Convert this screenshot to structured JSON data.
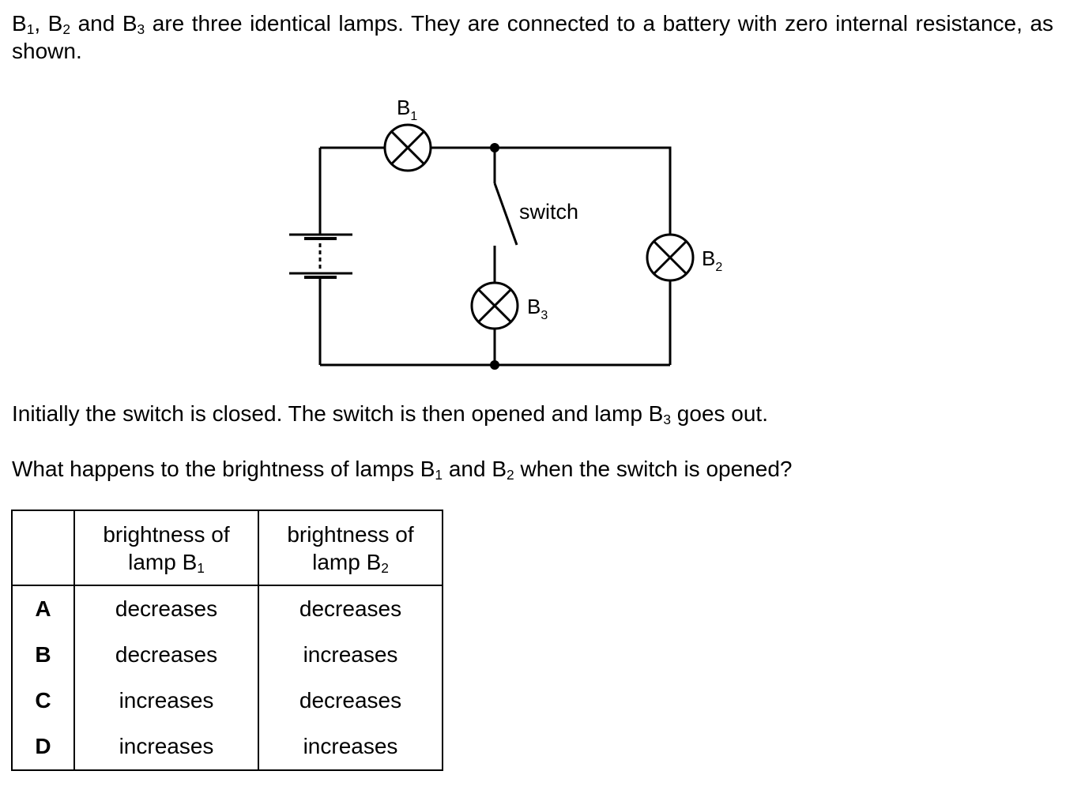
{
  "intro": {
    "p1": "B",
    "s1": "1",
    "p2": ", B",
    "s2": "2",
    "p3": " and B",
    "s3": "3",
    "p4": " are three identical lamps. They are connected to a battery with zero internal resistance, as shown."
  },
  "diagram": {
    "lamp1": {
      "name": "B",
      "sub": "1"
    },
    "lamp2": {
      "name": "B",
      "sub": "2"
    },
    "lamp3": {
      "name": "B",
      "sub": "3"
    },
    "switch_label": "switch"
  },
  "initial": {
    "p1": "Initially the switch is closed. The switch is then opened and lamp B",
    "s1": "3",
    "p2": " goes out."
  },
  "question": {
    "p1": "What happens to the brightness of lamps B",
    "s1": "1",
    "p2": " and B",
    "s2": "2",
    "p3": " when the switch is opened?"
  },
  "table": {
    "header1": {
      "line1": "brightness of",
      "line2": "lamp B",
      "sub": "1"
    },
    "header2": {
      "line1": "brightness of",
      "line2": "lamp B",
      "sub": "2"
    },
    "rows": [
      {
        "letter": "A",
        "b1": "decreases",
        "b2": "decreases"
      },
      {
        "letter": "B",
        "b1": "decreases",
        "b2": "increases"
      },
      {
        "letter": "C",
        "b1": "increases",
        "b2": "decreases"
      },
      {
        "letter": "D",
        "b1": "increases",
        "b2": "increases"
      }
    ]
  }
}
